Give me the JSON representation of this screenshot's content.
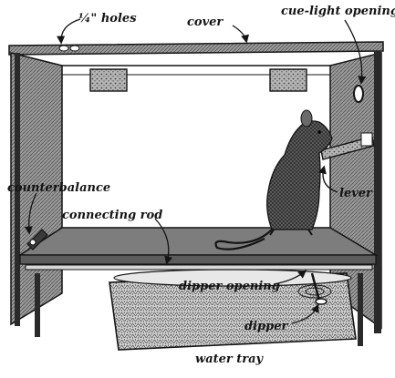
{
  "labels": {
    "quarter_holes": "¼\" holes",
    "cover": "cover",
    "cue_light_opening": "cue-light opening",
    "counterbalance": "counterbalance",
    "connecting_rod": "connecting rod",
    "lever": "lever",
    "dipper_opening": "dipper opening",
    "dipper": "dipper",
    "water_tray": "water tray"
  },
  "colors": {
    "ink": "#141414",
    "panel": "#8a8a8a",
    "floor": "#7a7a7a",
    "paper": "#ffffff"
  }
}
